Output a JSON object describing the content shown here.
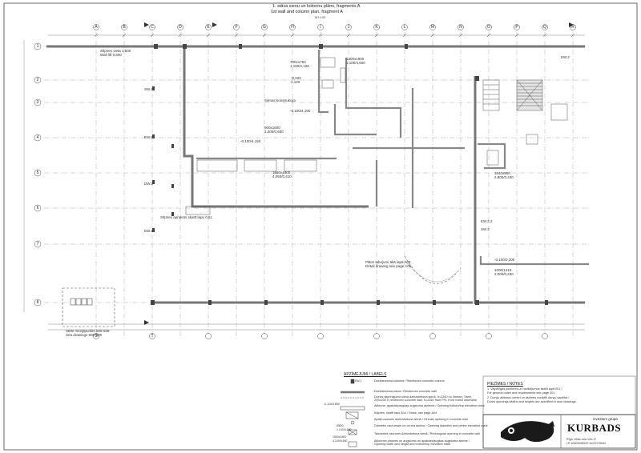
{
  "title": {
    "lv": "1. stāva sienu un kolonnu plāns, fragments A",
    "en": "1st wall and column plan, fragment A",
    "scale": "M1:100"
  },
  "axes": {
    "numbers": [
      "1",
      "2",
      "3",
      "4",
      "5",
      "6",
      "7",
      "8"
    ],
    "letters": [
      "A",
      "B",
      "C",
      "D",
      "E",
      "F",
      "G",
      "H",
      "I",
      "J",
      "K",
      "L",
      "M",
      "N",
      "O",
      "P",
      "Q",
      "R",
      "S",
      "T"
    ]
  },
  "plan_labels": [
    "Slīpnes vieta 1:500",
    "Wall lift 0,600",
    "700x1750",
    "1,100/2,100",
    "1300x1900",
    "1,100/4,600",
    "-0,020",
    "1,120",
    "Sienas konstrukcija",
    "-0,100/4,150",
    "-0,100/4,150",
    "900x1600",
    "1,000/0,600",
    "1650x1900",
    "4,050/0,410",
    "Slīpnes apraksts skatīt lapu 0,61",
    "Stēle mezglpunkts 606-609",
    "Sea drawings 606-609",
    "Plāns labojumi ākā lapā A05",
    "Detail drawing see page A06",
    "-0,100/0,200",
    "1000/1410",
    "2,000/0,430",
    "1040x900",
    "2,800/0,430",
    "SW.1",
    "EW.1",
    "DW.1",
    "EW.1",
    "SW.3",
    "EW.2",
    "EW.2.2"
  ],
  "legend": {
    "title": "APZĪMĒJUMI / LABELS",
    "rows": [
      "Dzelzsbetona kolonna / Reinforced concrete column",
      "Dzelzsbetona siena / Reinforced concrete wall",
      "Dzelzs stiprinājumu siena dzelzsbetona sienā, h=2250 no līmeņa / Steel, 200x100 in reinforced concrete wall, h=2250 from FFL if not noted otherwise",
      "Ailtonne: apakšas/augšas augstuma atzīmes / Opening bottom/top elevation mark",
      "Kāpnes, skatīt lapu A04 / Stairs, see page A04",
      "Apaļš caurums dzelzsbetona sienā / Circular opening in concrete wall",
      "Diametrs caurumam un centra atzīme / Opening diameter and center elevation mark",
      "Taisnstūra caurums dzelzsbetona sienā / Rectangular opening in concrete wall",
      "Ailtonnes platums un augstums un apakšas/augšas augstuma atzīme / Opening width and height and bottom/top elevation mark"
    ],
    "codes": [
      "EW.1",
      "-0,120/3,650",
      "Ø600",
      "1,100/4,600",
      "1500x1800",
      "4,100/5,650"
    ]
  },
  "notes": {
    "title": "PIEZĪMES / NOTES",
    "items": [
      "1. Vispārīgās piezīmes un norādījumus skatīt lapā 001 /",
      "   For general notes and requirements see page 001.",
      "2. Durvju ailitonnu izmēri un atzīmes norādīti durvju darbībā /",
      "   Doors openings widths and heights are specified in door drawings."
    ]
  },
  "title_block": {
    "group_label": "investors grupa",
    "brand": "KURBADS",
    "address_line1": "Rīga, Mūku iela 12b-17",
    "address_line2": "LR 40003095437 tel.67276042"
  },
  "colors": {
    "line": "#555555",
    "wall": "#888888",
    "grid": "#9a9a9a",
    "ink": "#222222"
  }
}
